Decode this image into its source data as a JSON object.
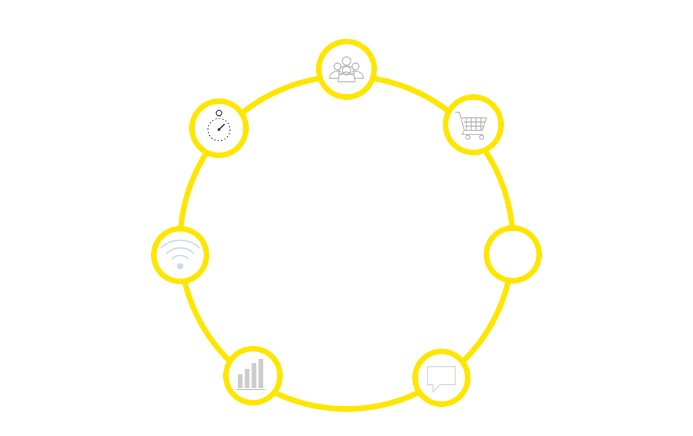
{
  "diagram": {
    "ring_color": "#FFE600",
    "node_fill": "#FFFFFF",
    "icon_color": "#B8B8B8",
    "nodes": [
      {
        "id": "team",
        "icon": "team-icon"
      },
      {
        "id": "cart",
        "icon": "shopping-cart-icon"
      },
      {
        "id": "blank",
        "icon": ""
      },
      {
        "id": "chat",
        "icon": "speech-bubble-icon"
      },
      {
        "id": "growth",
        "icon": "bar-chart-icon"
      },
      {
        "id": "wifi",
        "icon": "wifi-icon"
      },
      {
        "id": "timer",
        "icon": "stopwatch-icon"
      }
    ]
  }
}
